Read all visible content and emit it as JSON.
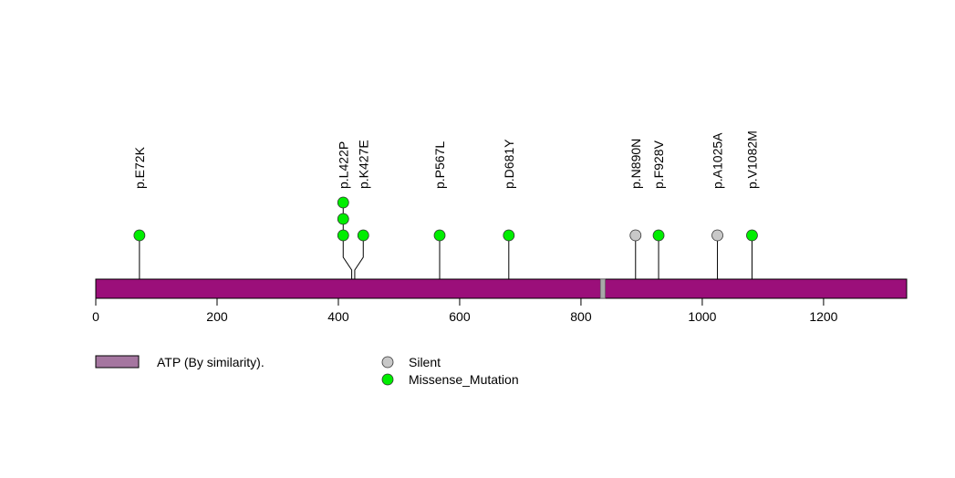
{
  "chart_data": {
    "type": "lollipop",
    "protein_length": 1337,
    "xlim": [
      0,
      1337
    ],
    "x_ticks": [
      0,
      200,
      400,
      600,
      800,
      1000,
      1200
    ],
    "x_tick_labels": [
      "0",
      "200",
      "400",
      "600",
      "800",
      "1000",
      "1200"
    ],
    "protein_color": "#9b0f7a",
    "domains": [
      {
        "name": "ATP (By similarity).",
        "start": 832,
        "end": 840,
        "color": "#a576a0"
      }
    ],
    "mutations": [
      {
        "label": "p.E72K",
        "position": 72,
        "count": 1,
        "type": "Missense_Mutation"
      },
      {
        "label": "p.L422P",
        "position": 422,
        "count": 3,
        "type": "Missense_Mutation"
      },
      {
        "label": "p.K427E",
        "position": 427,
        "count": 1,
        "type": "Missense_Mutation"
      },
      {
        "label": "p.P567L",
        "position": 567,
        "count": 1,
        "type": "Missense_Mutation"
      },
      {
        "label": "p.D681Y",
        "position": 681,
        "count": 1,
        "type": "Missense_Mutation"
      },
      {
        "label": "p.N890N",
        "position": 890,
        "count": 1,
        "type": "Silent"
      },
      {
        "label": "p.F928V",
        "position": 928,
        "count": 1,
        "type": "Missense_Mutation"
      },
      {
        "label": "p.A1025A",
        "position": 1025,
        "count": 1,
        "type": "Silent"
      },
      {
        "label": "p.V1082M",
        "position": 1082,
        "count": 1,
        "type": "Missense_Mutation"
      }
    ],
    "mutation_types": [
      {
        "name": "Silent",
        "color": "#c8c8c8"
      },
      {
        "name": "Missense_Mutation",
        "color": "#00ee00"
      }
    ],
    "legend": {
      "domain_label": "ATP (By similarity).",
      "type_labels": [
        "Silent",
        "Missense_Mutation"
      ]
    }
  }
}
